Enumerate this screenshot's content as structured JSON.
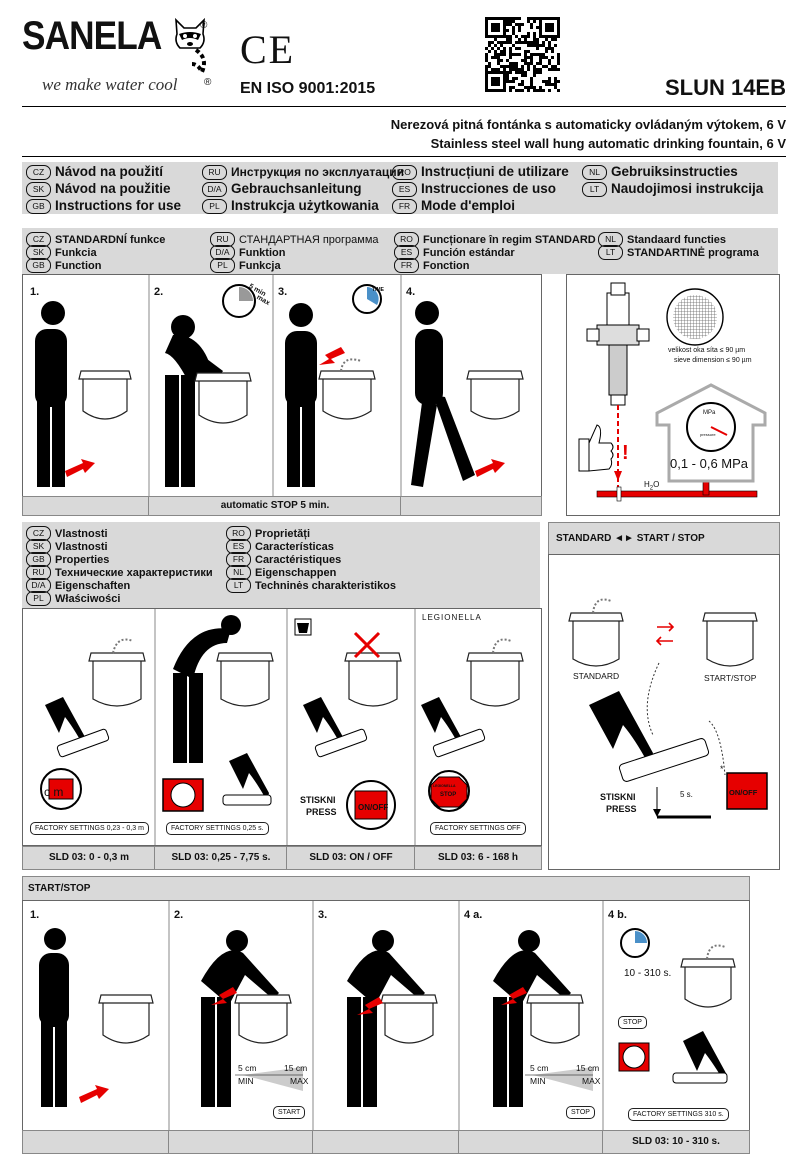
{
  "header": {
    "brand": "SANELA",
    "registered": "®",
    "slogan": "we make water cool",
    "ce_mark": "CE",
    "iso": "EN ISO 9001:2015",
    "model": "SLUN 14EB",
    "subtitle_cz": "Nerezová pitná fontánka s automaticky ovládaným výtokem, 6 V",
    "subtitle_en": "Stainless steel wall hung automatic drinking fountain, 6 V"
  },
  "instructions": {
    "items": [
      {
        "code": "CZ",
        "label": "Návod na použití"
      },
      {
        "code": "SK",
        "label": "Návod na použitie"
      },
      {
        "code": "GB",
        "label": "Instructions for use"
      },
      {
        "code": "RU",
        "label": "Инструкция по эксплуатации"
      },
      {
        "code": "D/A",
        "label": "Gebrauchsanleitung"
      },
      {
        "code": "PL",
        "label": "Instrukcja użytkowania"
      },
      {
        "code": "RO",
        "label": "Instrucțiuni de utilizare"
      },
      {
        "code": "ES",
        "label": "Instrucciones de uso"
      },
      {
        "code": "FR",
        "label": "Mode d'emploi"
      },
      {
        "code": "NL",
        "label": "Gebruiksinstructies"
      },
      {
        "code": "LT",
        "label": "Naudojimosi instrukcija"
      }
    ]
  },
  "function_section": {
    "items": [
      {
        "code": "CZ",
        "label": "STANDARDNÍ funkce"
      },
      {
        "code": "SK",
        "label": "Funkcia"
      },
      {
        "code": "GB",
        "label": "Function"
      },
      {
        "code": "RU",
        "label": "СТАНДАРТНАЯ программа"
      },
      {
        "code": "D/A",
        "label": "Funktion"
      },
      {
        "code": "PL",
        "label": "Funkcja"
      },
      {
        "code": "RO",
        "label": "Funcționare în regim STANDARD"
      },
      {
        "code": "ES",
        "label": "Función estándar"
      },
      {
        "code": "FR",
        "label": "Fonction"
      },
      {
        "code": "NL",
        "label": "Standaard functies"
      },
      {
        "code": "LT",
        "label": "STANDARTINĖ programa"
      }
    ],
    "steps": [
      "1.",
      "2.",
      "3.",
      "4."
    ],
    "timer_label": "5 min",
    "max_label": "max",
    "time_label": "TIME",
    "auto_stop": "automatic STOP 5 min."
  },
  "filter_panel": {
    "mesh_cz": "velikost oka síta ≤ 90 µm",
    "mesh_en": "sieve dimension ≤ 90 µm",
    "gauge_unit": "MPa",
    "gauge_label": "pressure",
    "pressure_range": "0,1 - 0,6 MPa",
    "water": "H",
    "water_sub": "2",
    "water_end": "O",
    "warning": "!"
  },
  "properties": {
    "items": [
      {
        "code": "CZ",
        "label": "Vlastnosti"
      },
      {
        "code": "SK",
        "label": "Vlastnosti"
      },
      {
        "code": "GB",
        "label": "Properties"
      },
      {
        "code": "RU",
        "label": "Технические характеристики"
      },
      {
        "code": "D/A",
        "label": "Eigenschaften"
      },
      {
        "code": "PL",
        "label": "Właściwości"
      },
      {
        "code": "RO",
        "label": "Proprietăți"
      },
      {
        "code": "ES",
        "label": "Características"
      },
      {
        "code": "FR",
        "label": "Caractéristiques"
      },
      {
        "code": "NL",
        "label": "Eigenschappen"
      },
      {
        "code": "LT",
        "label": "Techninės charakteristikos"
      }
    ],
    "panels": [
      {
        "display": "c m",
        "factory": "FACTORY SETTINGS 0,23 - 0,3 m",
        "bar": "SLD 03: 0 - 0,3 m"
      },
      {
        "display": "",
        "factory": "FACTORY SETTINGS 0,25 s.",
        "bar": "SLD 03: 0,25 - 7,75 s."
      },
      {
        "display": "ON/OFF",
        "factory": "",
        "bar": "SLD 03: ON / OFF",
        "press_cz": "STISKNI",
        "press_en": "PRESS"
      },
      {
        "display": "",
        "factory": "FACTORY SETTINGS OFF",
        "bar": "SLD 03: 6 - 168 h",
        "heading": "LEGIONELLA",
        "badge_top": "LEGIONELLA",
        "badge_bot": "STOP"
      }
    ]
  },
  "standard_panel": {
    "title": "STANDARD ◄► START / STOP",
    "left": "STANDARD",
    "right": "START/STOP",
    "press_cz": "STISKNI",
    "press_en": "PRESS",
    "hold": "5 s.",
    "onoff": "ON/OFF",
    "asterisk": "*"
  },
  "startstop": {
    "title": "START/STOP",
    "steps": [
      "1.",
      "2.",
      "3.",
      "4 a.",
      "4 b."
    ],
    "range_min_cm": "5 cm",
    "range_max_cm": "15 cm",
    "min": "MIN",
    "max": "MAX",
    "start": "START",
    "stop": "STOP",
    "timer_range": "10 - 310 s.",
    "stop_btn": "STOP",
    "factory": "FACTORY SETTINGS 310 s.",
    "bar": "SLD 03: 10 - 310 s."
  }
}
